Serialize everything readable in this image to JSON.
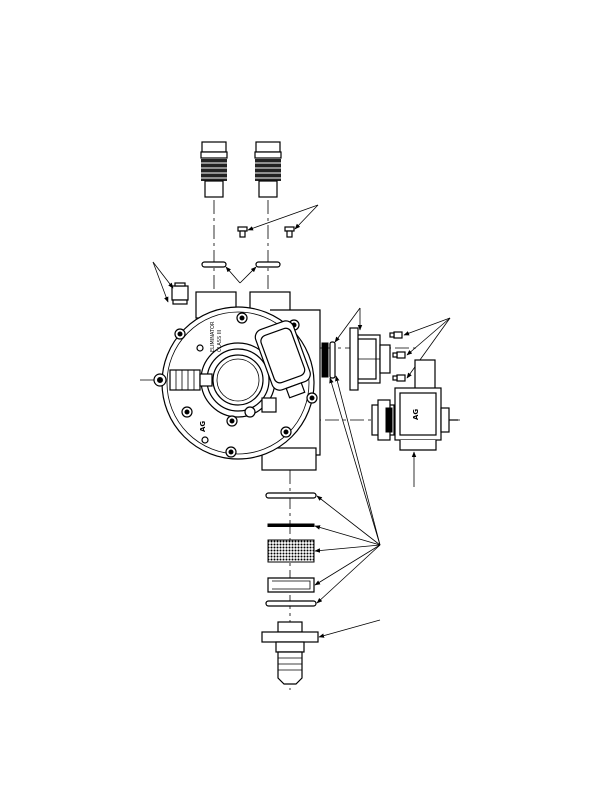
{
  "body_marking": {
    "logo": "AG",
    "line1": "ELIMINATOR",
    "line2": "CLASS III"
  },
  "solenoid_marking": {
    "logo": "AG"
  }
}
